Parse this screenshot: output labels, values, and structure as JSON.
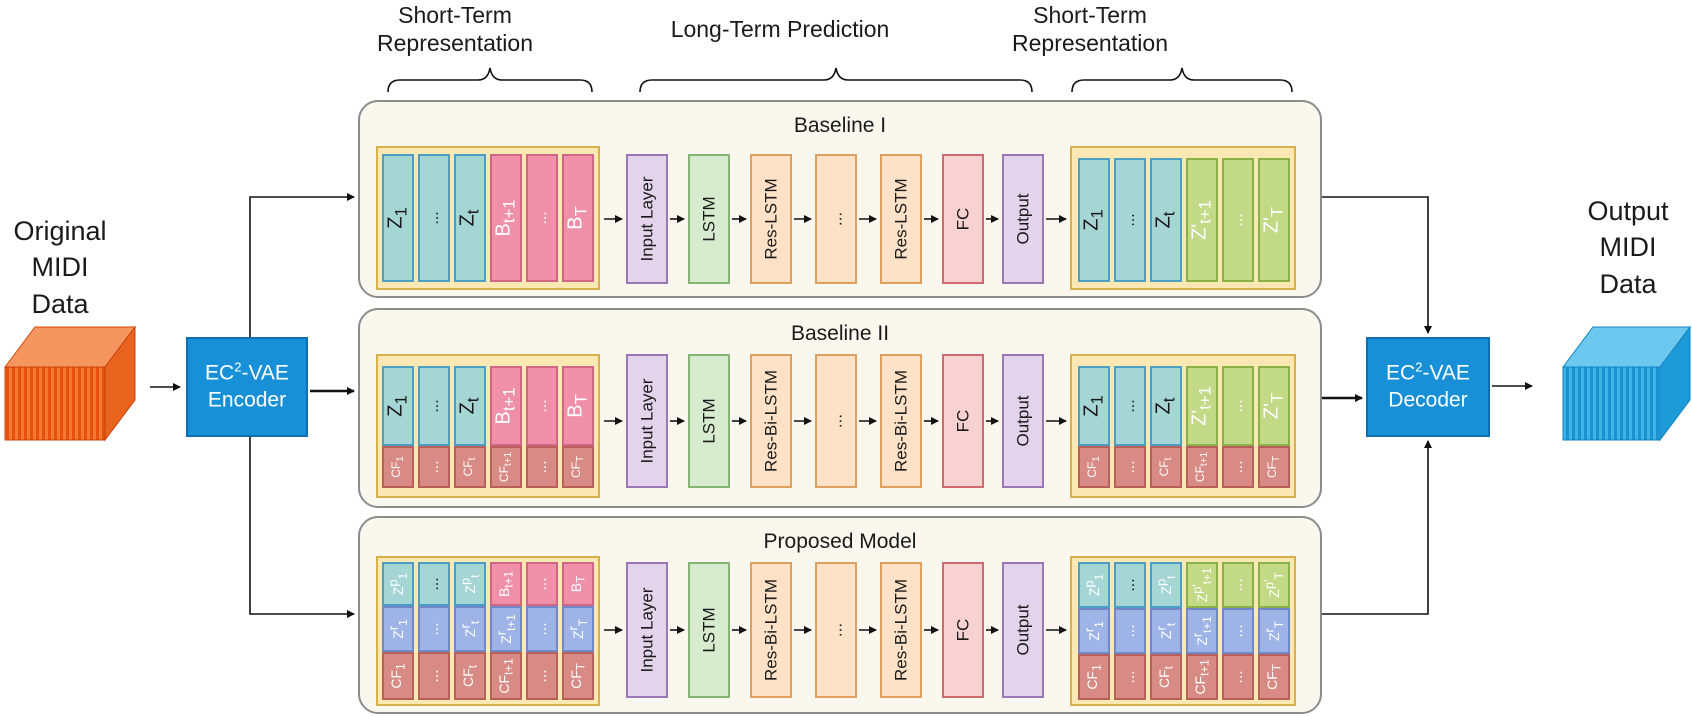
{
  "headers": {
    "short_left_line1": "Short-Term",
    "short_left_line2": "Representation",
    "long_term": "Long-Term Prediction",
    "short_right_line1": "Short-Term",
    "short_right_line2": "Representation"
  },
  "input_label": [
    "Original",
    "MIDI",
    "Data"
  ],
  "output_label": [
    "Output",
    "MIDI",
    "Data"
  ],
  "encoder": {
    "prefix": "EC",
    "sup": "2",
    "suffix": "-VAE",
    "line2": "Encoder"
  },
  "decoder": {
    "prefix": "EC",
    "sup": "2",
    "suffix": "-VAE",
    "line2": "Decoder"
  },
  "panels": [
    {
      "title": "Baseline I",
      "layers": [
        "Input Layer",
        "LSTM",
        "Res-LSTM",
        "...",
        "Res-LSTM",
        "FC",
        "Output"
      ],
      "left_cells": [
        "Z1",
        "...",
        "Zt",
        "Bt+1",
        "...",
        "BT"
      ],
      "right_cells": [
        "Z1",
        "...",
        "Zt",
        "Z't+1",
        "...",
        "Z'T"
      ]
    },
    {
      "title": "Baseline II",
      "layers": [
        "Input Layer",
        "LSTM",
        "Res-Bi-LSTM",
        "...",
        "Res-Bi-LSTM",
        "FC",
        "Output"
      ],
      "left_top": [
        "Z1",
        "...",
        "Zt",
        "Bt+1",
        "...",
        "BT"
      ],
      "left_bottom": [
        "CF1",
        "...",
        "CFt",
        "CFt+1",
        "...",
        "CFT"
      ],
      "right_top": [
        "Z1",
        "...",
        "Zt",
        "Z't+1",
        "...",
        "Z'T"
      ],
      "right_bottom": [
        "CF1",
        "...",
        "CFt",
        "CFt+1",
        "...",
        "CFT"
      ]
    },
    {
      "title": "Proposed Model",
      "layers": [
        "Input Layer",
        "LSTM",
        "Res-Bi-LSTM",
        "...",
        "Res-Bi-LSTM",
        "FC",
        "Output"
      ],
      "left_top": [
        "Zp1",
        "...",
        "Zpt",
        "Bt+1",
        "...",
        "BT"
      ],
      "left_mid": [
        "Zr1",
        "...",
        "Zrt",
        "Zrt+1",
        "...",
        "ZrT"
      ],
      "left_bottom": [
        "CF1",
        "...",
        "CFt",
        "CFt+1",
        "...",
        "CFT"
      ],
      "right_top": [
        "Zp1",
        "...",
        "Zpt",
        "Zp't+1",
        "...",
        "Zp'T"
      ],
      "right_mid": [
        "Zr1",
        "...",
        "Zrt",
        "Zrt+1",
        "...",
        "ZrT"
      ],
      "right_bottom": [
        "CF1",
        "...",
        "CFt",
        "CFt+1",
        "...",
        "CFT"
      ]
    }
  ],
  "colors": {
    "encoder": "#1890d8",
    "input_midi": "#f05a14",
    "output_midi": "#1aa6e0"
  }
}
